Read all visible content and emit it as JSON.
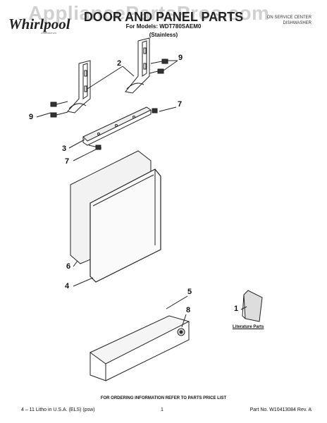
{
  "watermark": "AppliancePartsPros.com",
  "brand": {
    "name": "Whirlpool",
    "tagline": "CORPORATION"
  },
  "header": {
    "title": "DOOR AND PANEL PARTS",
    "models": "For Models: WDT780SAEM0",
    "finish": "(Stainless)",
    "right_line1": "ON SERVICE CENTER",
    "right_line2": "DISHWASHER"
  },
  "callouts": {
    "c1": "1",
    "c2": "2",
    "c3": "3",
    "c4": "4",
    "c5": "5",
    "c6": "6",
    "c7a": "7",
    "c7b": "7",
    "c8": "8",
    "c9a": "9",
    "c9b": "9"
  },
  "literature_label": "Literature Parts",
  "footer": {
    "ordering": "FOR ORDERING INFORMATION REFER TO PARTS PRICE LIST",
    "litho": "4 – 11 Litho in U.S.A. (ELS) (psw)",
    "page": "1",
    "part_no": "Part No. W10413084 Rev. A"
  }
}
